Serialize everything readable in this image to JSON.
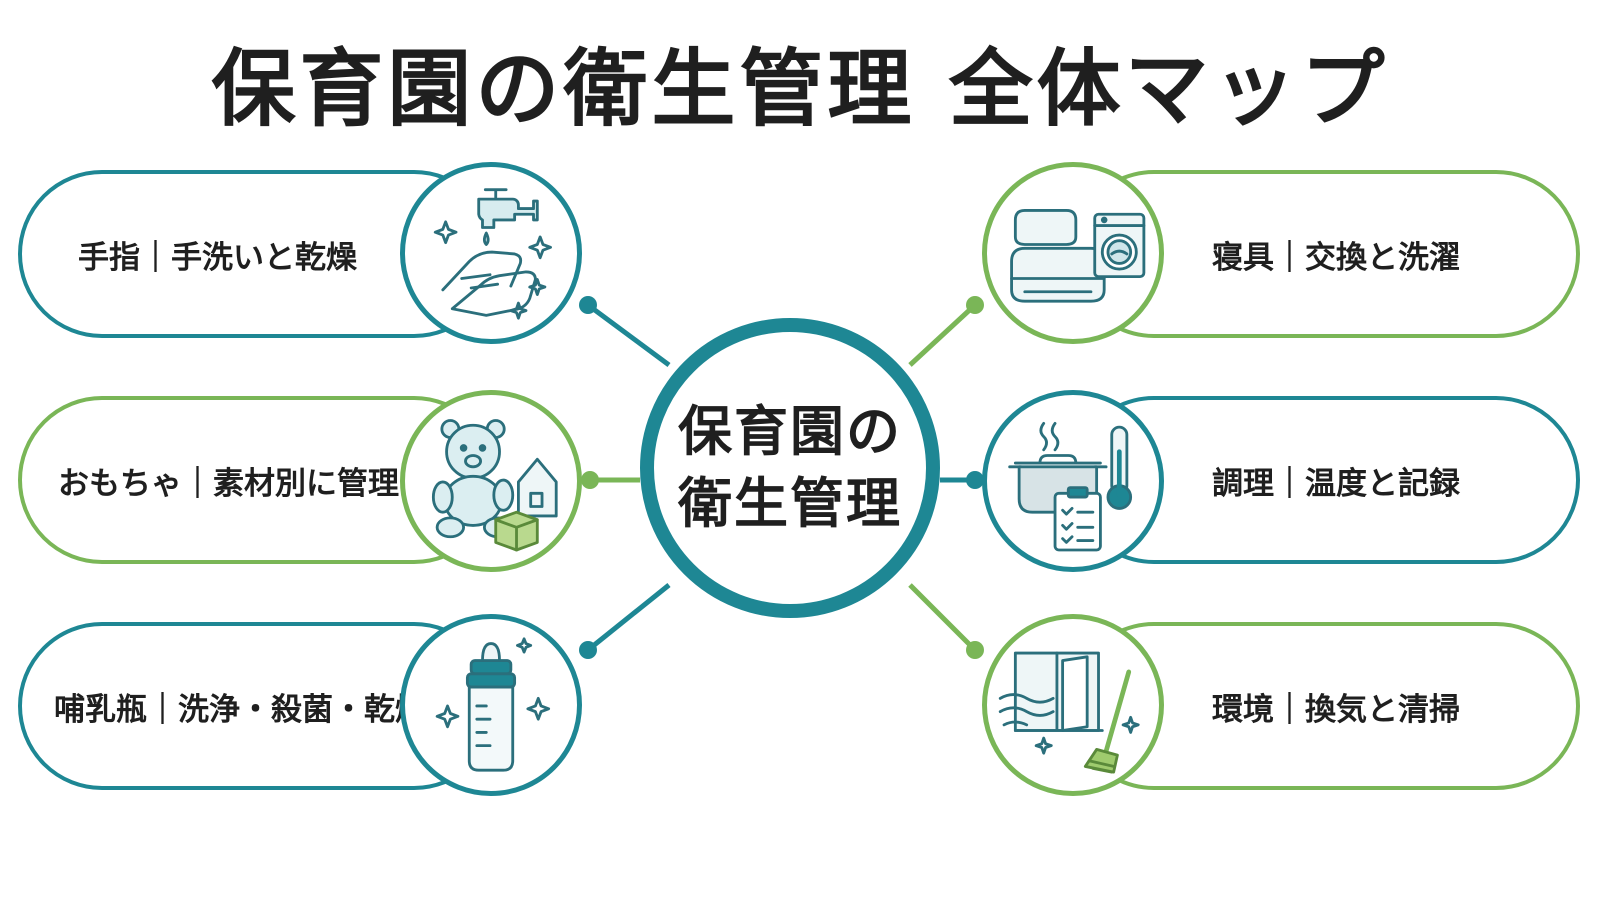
{
  "title": "保育園の衛生管理 全体マップ",
  "center": {
    "line1": "保育園の",
    "line2": "衛生管理"
  },
  "colors": {
    "teal": "#1e8794",
    "green": "#7ab657",
    "text": "#1f1f1f"
  },
  "items": [
    {
      "id": "hands",
      "label": "手指｜手洗いと乾燥",
      "icon": "faucet-handwash-icon",
      "color": "teal"
    },
    {
      "id": "toys",
      "label": "おもちゃ｜素材別に管理",
      "icon": "teddy-bear-blocks-icon",
      "color": "green"
    },
    {
      "id": "bottle",
      "label": "哺乳瓶｜洗浄・殺菌・乾燥",
      "icon": "baby-bottle-icon",
      "color": "teal"
    },
    {
      "id": "bedding",
      "label": "寝具｜交換と洗濯",
      "icon": "bedding-washer-icon",
      "color": "green"
    },
    {
      "id": "cooking",
      "label": "調理｜温度と記録",
      "icon": "pot-thermometer-icon",
      "color": "teal"
    },
    {
      "id": "env",
      "label": "環境｜換気と清掃",
      "icon": "window-broom-icon",
      "color": "green"
    }
  ]
}
